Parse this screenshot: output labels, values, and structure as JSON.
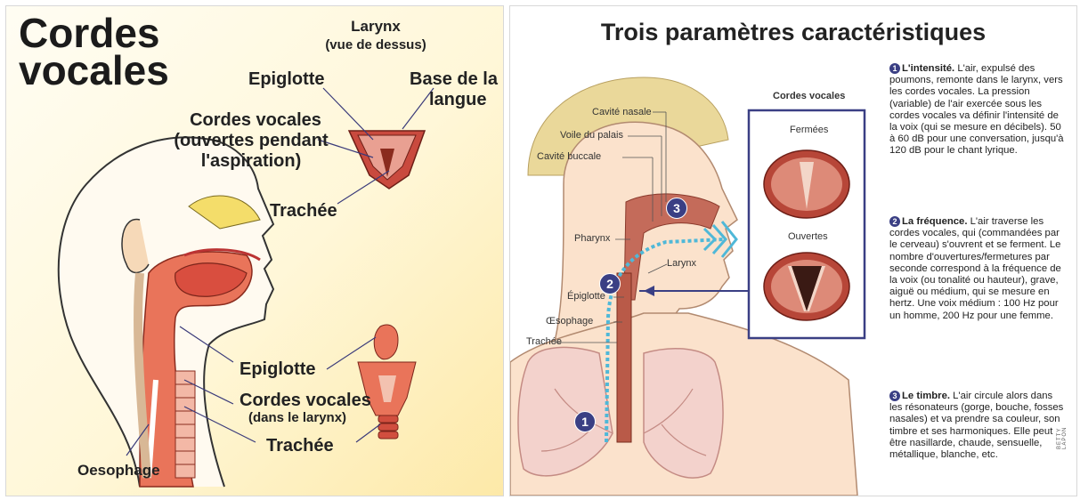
{
  "left_panel": {
    "title_line1": "Cordes",
    "title_line2": "vocales",
    "larynx_title": "Larynx",
    "larynx_subtitle": "(vue de dessus)",
    "labels": {
      "epiglotte_top": "Epiglotte",
      "base_langue_1": "Base de la",
      "base_langue_2": "langue",
      "cordes_top_1": "Cordes vocales",
      "cordes_top_2": "(ouvertes pendant",
      "cordes_top_3": "l'aspiration)",
      "trachee_top": "Trachée",
      "epiglotte_bottom": "Epiglotte",
      "cordes_bottom_1": "Cordes vocales",
      "cordes_bottom_2": "(dans le larynx)",
      "trachee_bottom": "Trachée",
      "oesophage": "Oesophage"
    }
  },
  "right_panel": {
    "title": "Trois paramètres caractéristiques",
    "labels": {
      "cavite_nasale": "Cavité nasale",
      "voile_palais": "Voile du palais",
      "cavite_buccale": "Cavité buccale",
      "pharynx": "Pharynx",
      "larynx": "Larynx",
      "epiglotte": "Épiglotte",
      "oesophage": "Œsophage",
      "trachee": "Trachée"
    },
    "markers": [
      "1",
      "2",
      "3"
    ],
    "vocal_box": {
      "title": "Cordes vocales",
      "closed": "Fermées",
      "open": "Ouvertes"
    },
    "paragraphs": [
      {
        "num": "1",
        "heading": "L'intensité.",
        "body": "L'air, expulsé des poumons, remonte dans le larynx, vers les cordes vocales. La pression (variable) de l'air exercée sous les cordes vocales va définir l'intensité de la voix (qui se mesure en décibels). 50 à 60 dB pour une conversation, jusqu'à 120 dB pour le chant lyrique."
      },
      {
        "num": "2",
        "heading": "La fréquence.",
        "body": "L'air traverse les cordes vocales, qui (commandées par le cerveau) s'ouvrent et se ferment. Le nombre d'ouvertures/fermetures par seconde correspond à la fréquence de la voix (ou tonalité ou hauteur), grave, aiguë ou médium, qui se mesure en hertz. Une voix médium : 100 Hz pour un homme, 200 Hz pour une femme."
      },
      {
        "num": "3",
        "heading": "Le timbre.",
        "body": "L'air circule alors dans les résonateurs (gorge, bouche, fosses nasales) et va prendre sa couleur, son timbre et ses harmoniques. Elle peut être nasillarde, chaude, sensuelle, métallique, blanche, etc."
      }
    ],
    "credit": "BETTY LAPON"
  }
}
